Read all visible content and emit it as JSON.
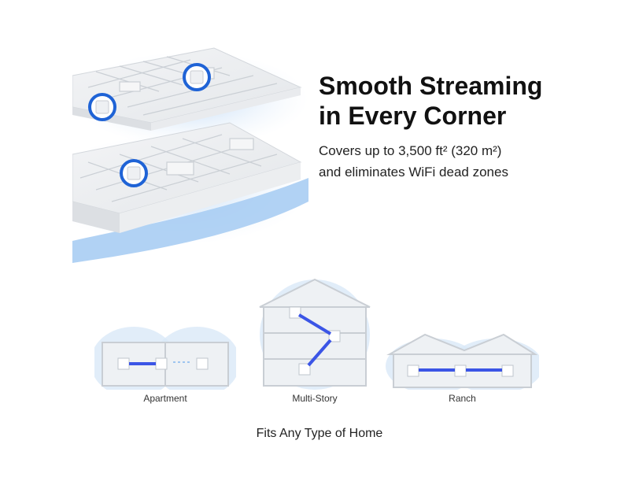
{
  "hero": {
    "headline_line1": "Smooth Streaming",
    "headline_line2": "in Every Corner",
    "subtitle_line1": "Covers up to 3,500 ft² (320 m²)",
    "subtitle_line2": "and eliminates WiFi dead zones"
  },
  "home_types": [
    {
      "label": "Apartment",
      "icon": "apartment-house-icon"
    },
    {
      "label": "Multi-Story",
      "icon": "multi-story-house-icon"
    },
    {
      "label": "Ranch",
      "icon": "ranch-house-icon"
    }
  ],
  "footer": {
    "caption": "Fits Any Type of Home"
  },
  "colors": {
    "accent_blue": "#1f63d6",
    "signal_blue": "#9ec5f0",
    "link_beam": "#3b55e6",
    "wall_gray": "#d9dde2",
    "text_dark": "#111111"
  }
}
